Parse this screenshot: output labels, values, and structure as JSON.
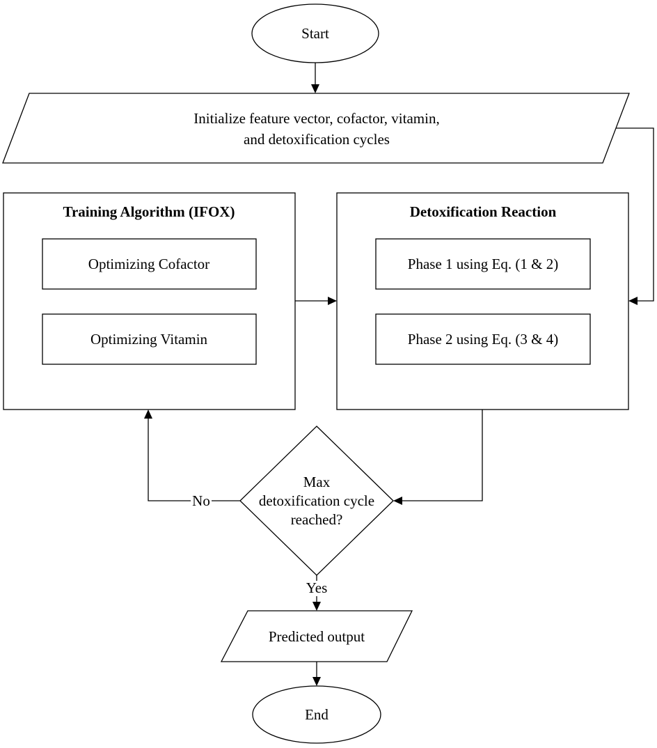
{
  "nodes": {
    "start": "Start",
    "init_line1": "Initialize feature vector, cofactor, vitamin,",
    "init_line2": "and detoxification cycles",
    "training_title": "Training Algorithm (IFOX)",
    "opt_cofactor": "Optimizing Cofactor",
    "opt_vitamin": "Optimizing Vitamin",
    "detox_title": "Detoxification Reaction",
    "phase1": "Phase 1 using Eq. (1 & 2)",
    "phase2": "Phase 2 using Eq. (3 & 4)",
    "decision_line1": "Max",
    "decision_line2": "detoxification cycle",
    "decision_line3": "reached?",
    "predicted_output": "Predicted output",
    "end": "End"
  },
  "edges": {
    "no_label": "No",
    "yes_label": "Yes"
  },
  "colors": {
    "stroke": "#000000",
    "fill": "#ffffff",
    "text": "#000000"
  }
}
